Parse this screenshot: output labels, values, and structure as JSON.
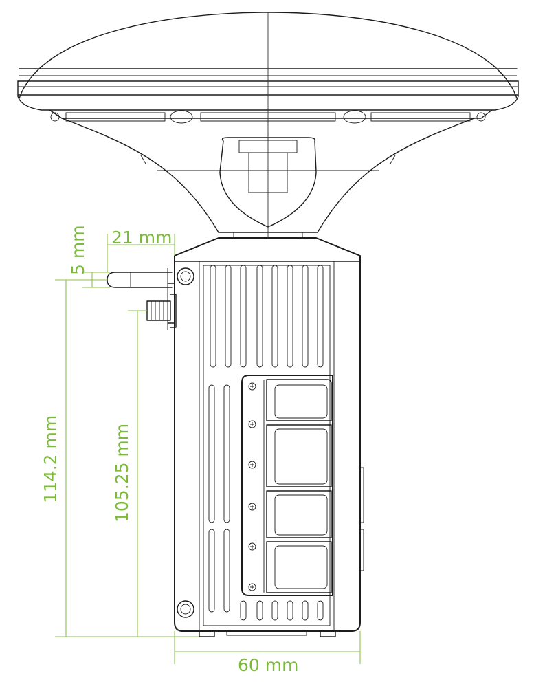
{
  "dimensions": {
    "stub_length": "21 mm",
    "stub_offset": "5 mm",
    "overall_height": "114.2 mm",
    "connector_height": "105.25 mm",
    "body_width": "60 mm"
  },
  "colors": {
    "linework": "#1c1c1c",
    "dimension": "#7cbb3a",
    "background": "#ffffff"
  }
}
